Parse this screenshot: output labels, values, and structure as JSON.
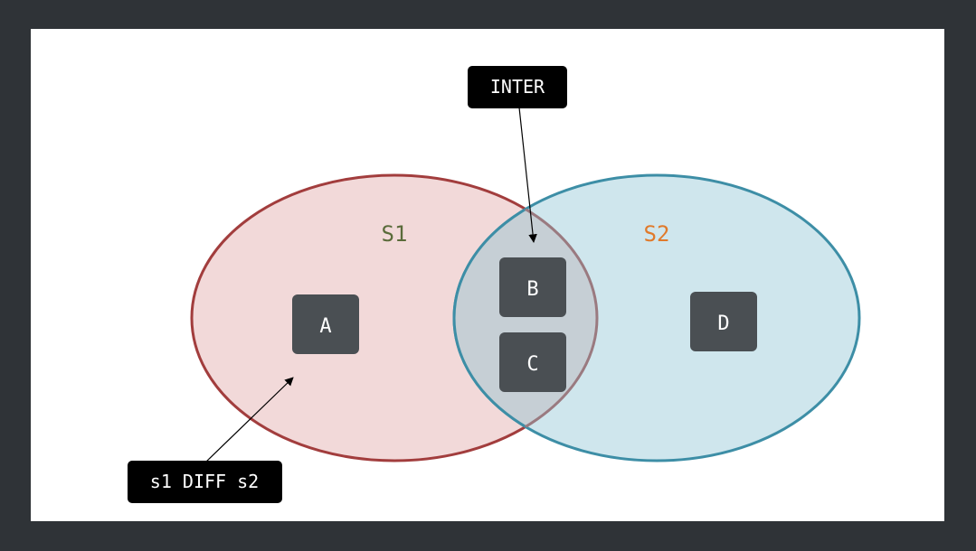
{
  "diagram": {
    "sets": [
      {
        "id": "s1",
        "label": "S1",
        "fill": "#f2d9d9",
        "stroke": "#a23d3d",
        "label_color": "#5a6b3a"
      },
      {
        "id": "s2",
        "label": "S2",
        "fill": "#cfe6ed",
        "stroke": "#3d8ea6",
        "label_color": "#e07a2b"
      }
    ],
    "overlap_fill": "#c6cfd5",
    "elements": [
      {
        "label": "A",
        "set": "s1"
      },
      {
        "label": "B",
        "set": "both"
      },
      {
        "label": "C",
        "set": "both"
      },
      {
        "label": "D",
        "set": "s2"
      }
    ],
    "callouts": [
      {
        "label": "INTER",
        "points_to": "intersection"
      },
      {
        "label": "s1 DIFF s2",
        "points_to": "s1-only"
      }
    ],
    "element_box_color": "#4a4f53",
    "callout_box_color": "#000000"
  }
}
